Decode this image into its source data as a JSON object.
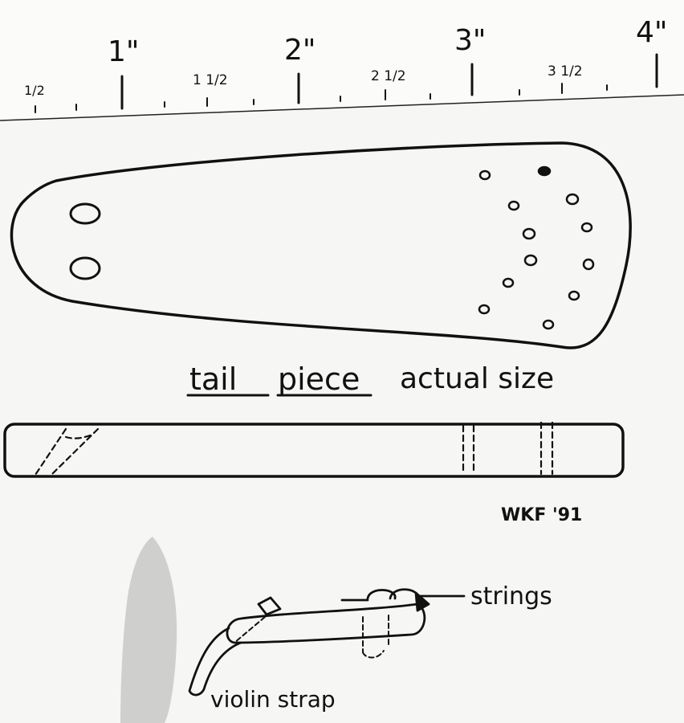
{
  "ruler": {
    "inch_labels": [
      "1\"",
      "2\"",
      "3\"",
      "4\""
    ],
    "half_labels": [
      "1/2",
      "1 1/2",
      "2 1/2",
      "3 1/2"
    ]
  },
  "caption": {
    "underlined_1": "tail",
    "underlined_2": "piece",
    "rest": "actual size"
  },
  "signature": "WKF '91",
  "side_labels": {
    "strings": "strings",
    "strap": "violin strap"
  },
  "colors": {
    "paper": "#f6f6f4",
    "ruler_paper": "#fbfbfa",
    "ink": "#111111",
    "shadow": "#cfcfcd"
  }
}
